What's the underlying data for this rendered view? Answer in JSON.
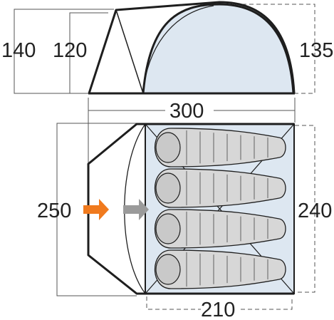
{
  "side_view": {
    "dimensions": {
      "overall_height": "140",
      "porch_height": "120",
      "inner_height": "135",
      "length": "300"
    }
  },
  "top_view": {
    "dimensions": {
      "overall_width": "250",
      "inner_width": "240",
      "inner_length": "210"
    },
    "sleeping_bag_count": 4,
    "entrance_arrows": [
      "outer-door-arrow",
      "inner-door-arrow"
    ]
  },
  "colors": {
    "outline": "#1e1e1e",
    "dimension_line": "#555555",
    "inner_tent_fill": "#dde7f1",
    "sleeping_bag_fill": "#d7d7d7",
    "outer_door_arrow": "#f07a1e",
    "inner_door_arrow": "#9a9a9a"
  }
}
